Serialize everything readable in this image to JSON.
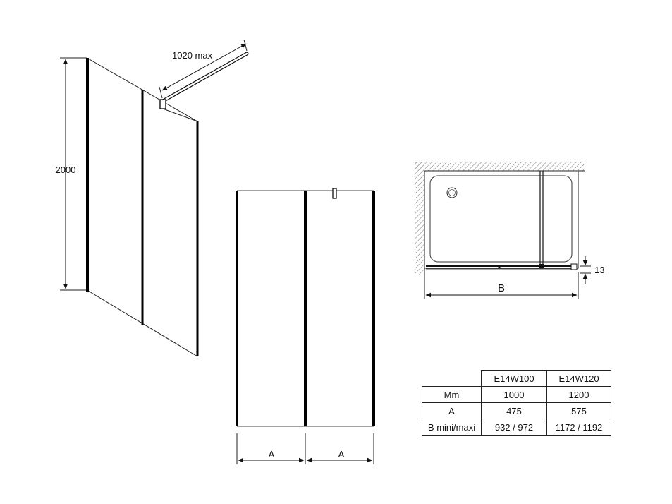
{
  "dimensions": {
    "height": "2000",
    "arm_length": "1020 max",
    "panel_width_left": "A",
    "panel_width_right": "A",
    "tray_width": "B",
    "tray_offset": "13"
  },
  "spec_table": {
    "columns": [
      "",
      "E14W100",
      "E14W120"
    ],
    "rows": [
      [
        "Mm",
        "1000",
        "1200"
      ],
      [
        "A",
        "475",
        "575"
      ],
      [
        "B mini/maxi",
        "932 / 972",
        "1172 / 1192"
      ]
    ]
  }
}
